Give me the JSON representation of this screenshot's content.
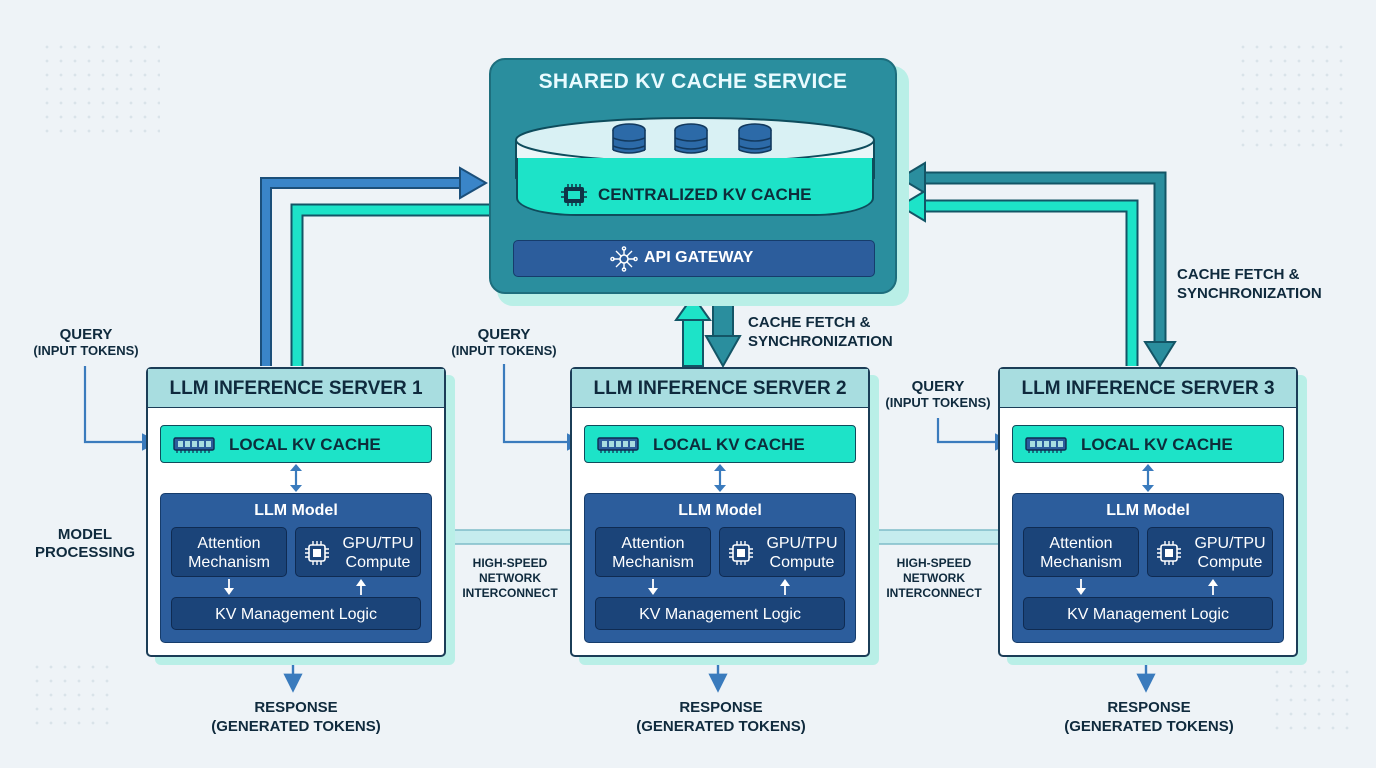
{
  "service": {
    "title": "SHARED KV CACHE SERVICE",
    "central_cache": "CENTRALIZED KV CACHE",
    "gateway": "API GATEWAY"
  },
  "servers": [
    {
      "title": "LLM INFERENCE SERVER 1",
      "local_cache": "LOCAL KV CACHE",
      "model": "LLM Model",
      "attention": [
        "Attention",
        "Mechanism"
      ],
      "compute": [
        "GPU/TPU",
        "Compute"
      ],
      "logic": "KV Management Logic"
    },
    {
      "title": "LLM INFERENCE SERVER 2",
      "local_cache": "LOCAL KV CACHE",
      "model": "LLM Model",
      "attention": [
        "Attention",
        "Mechanism"
      ],
      "compute": [
        "GPU/TPU",
        "Compute"
      ],
      "logic": "KV Management Logic"
    },
    {
      "title": "LLM INFERENCE SERVER 3",
      "local_cache": "LOCAL KV CACHE",
      "model": "LLM Model",
      "attention": [
        "Attention",
        "Mechanism"
      ],
      "compute": [
        "GPU/TPU",
        "Compute"
      ],
      "logic": "KV Management Logic"
    }
  ],
  "labels": {
    "query": [
      "QUERY",
      "(INPUT TOKENS)"
    ],
    "response": [
      "RESPONSE",
      "(GENERATED TOKENS)"
    ],
    "model_processing": [
      "MODEL",
      "PROCESSING"
    ],
    "interconnect": [
      "HIGH-SPEED",
      "NETWORK",
      "INTERCONNECT"
    ],
    "cache_fetch": [
      "CACHE FETCH &",
      "SYNCHRONIZATION"
    ]
  },
  "colors": {
    "teal": "#1de3c8",
    "blue": "#2c5d9c",
    "service": "#2a8e9e",
    "arrow_blue": "#3a7bbd"
  }
}
